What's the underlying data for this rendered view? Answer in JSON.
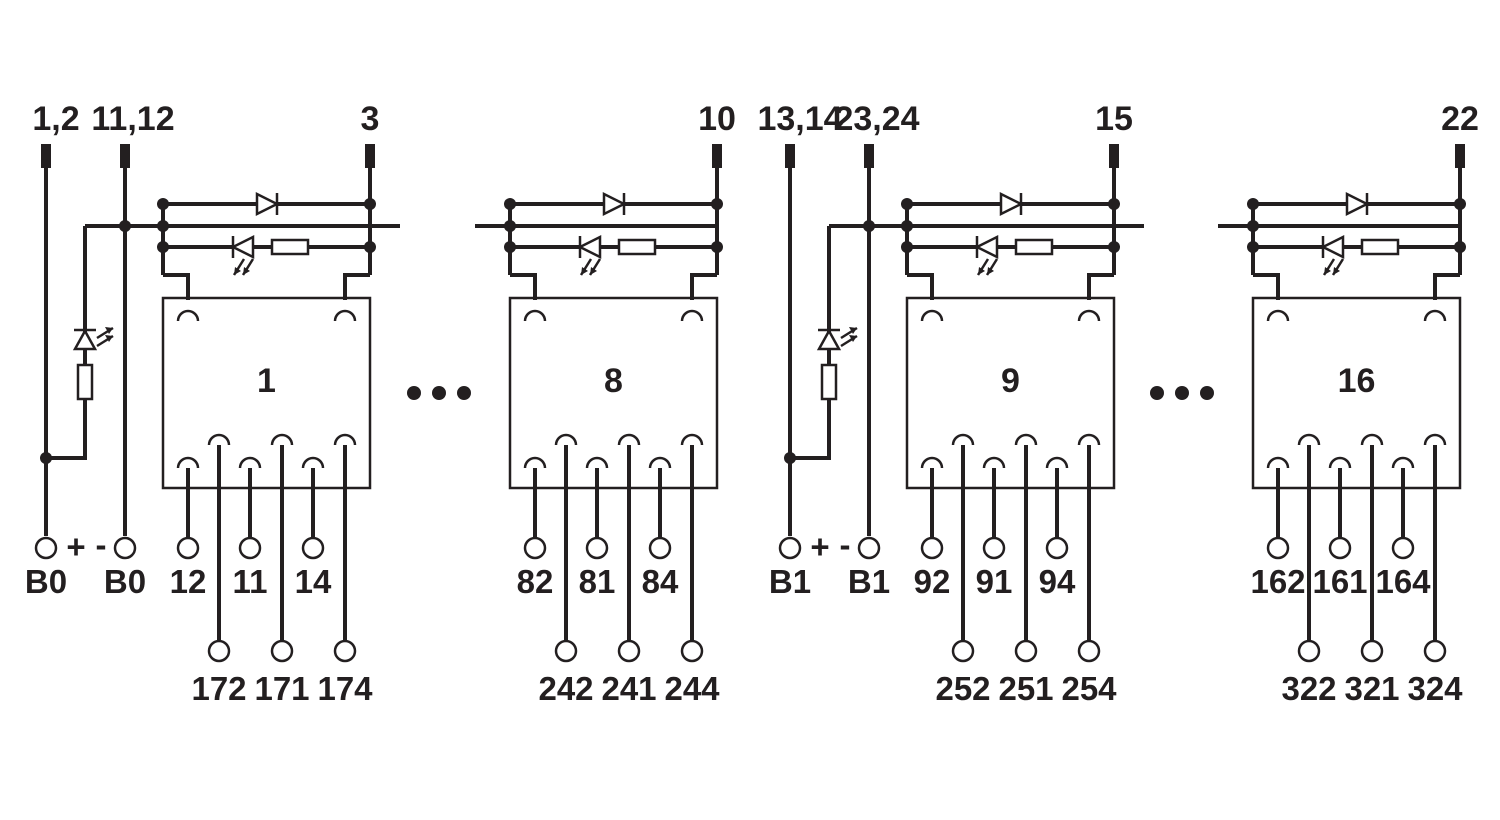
{
  "diagram": {
    "blocks": [
      {
        "module_number": "1",
        "top_label_left": "1,2",
        "top_label_mid": "11,12",
        "top_label_right": "3",
        "supply": {
          "plus_sign": "+",
          "minus_sign": "-",
          "plus_label": "B0",
          "minus_label": "B0"
        },
        "lower_terminals": [
          "12",
          "11",
          "14"
        ],
        "bottom_terminals": [
          "172",
          "171",
          "174"
        ],
        "has_supply": true
      },
      {
        "module_number": "8",
        "top_label_right": "10",
        "lower_terminals": [
          "82",
          "81",
          "84"
        ],
        "bottom_terminals": [
          "242",
          "241",
          "244"
        ],
        "has_supply": false
      },
      {
        "module_number": "9",
        "top_label_left": "13,14",
        "top_label_mid": "23,24",
        "top_label_right": "15",
        "supply": {
          "plus_sign": "+",
          "minus_sign": "-",
          "plus_label": "B1",
          "minus_label": "B1"
        },
        "lower_terminals": [
          "92",
          "91",
          "94"
        ],
        "bottom_terminals": [
          "252",
          "251",
          "254"
        ],
        "has_supply": true
      },
      {
        "module_number": "16",
        "top_label_right": "22",
        "lower_terminals": [
          "162",
          "161",
          "164"
        ],
        "bottom_terminals": [
          "322",
          "321",
          "324"
        ],
        "has_supply": false
      }
    ],
    "ellipsis_count": 2,
    "line_color": "#231f20",
    "background_color": "#ffffff"
  }
}
